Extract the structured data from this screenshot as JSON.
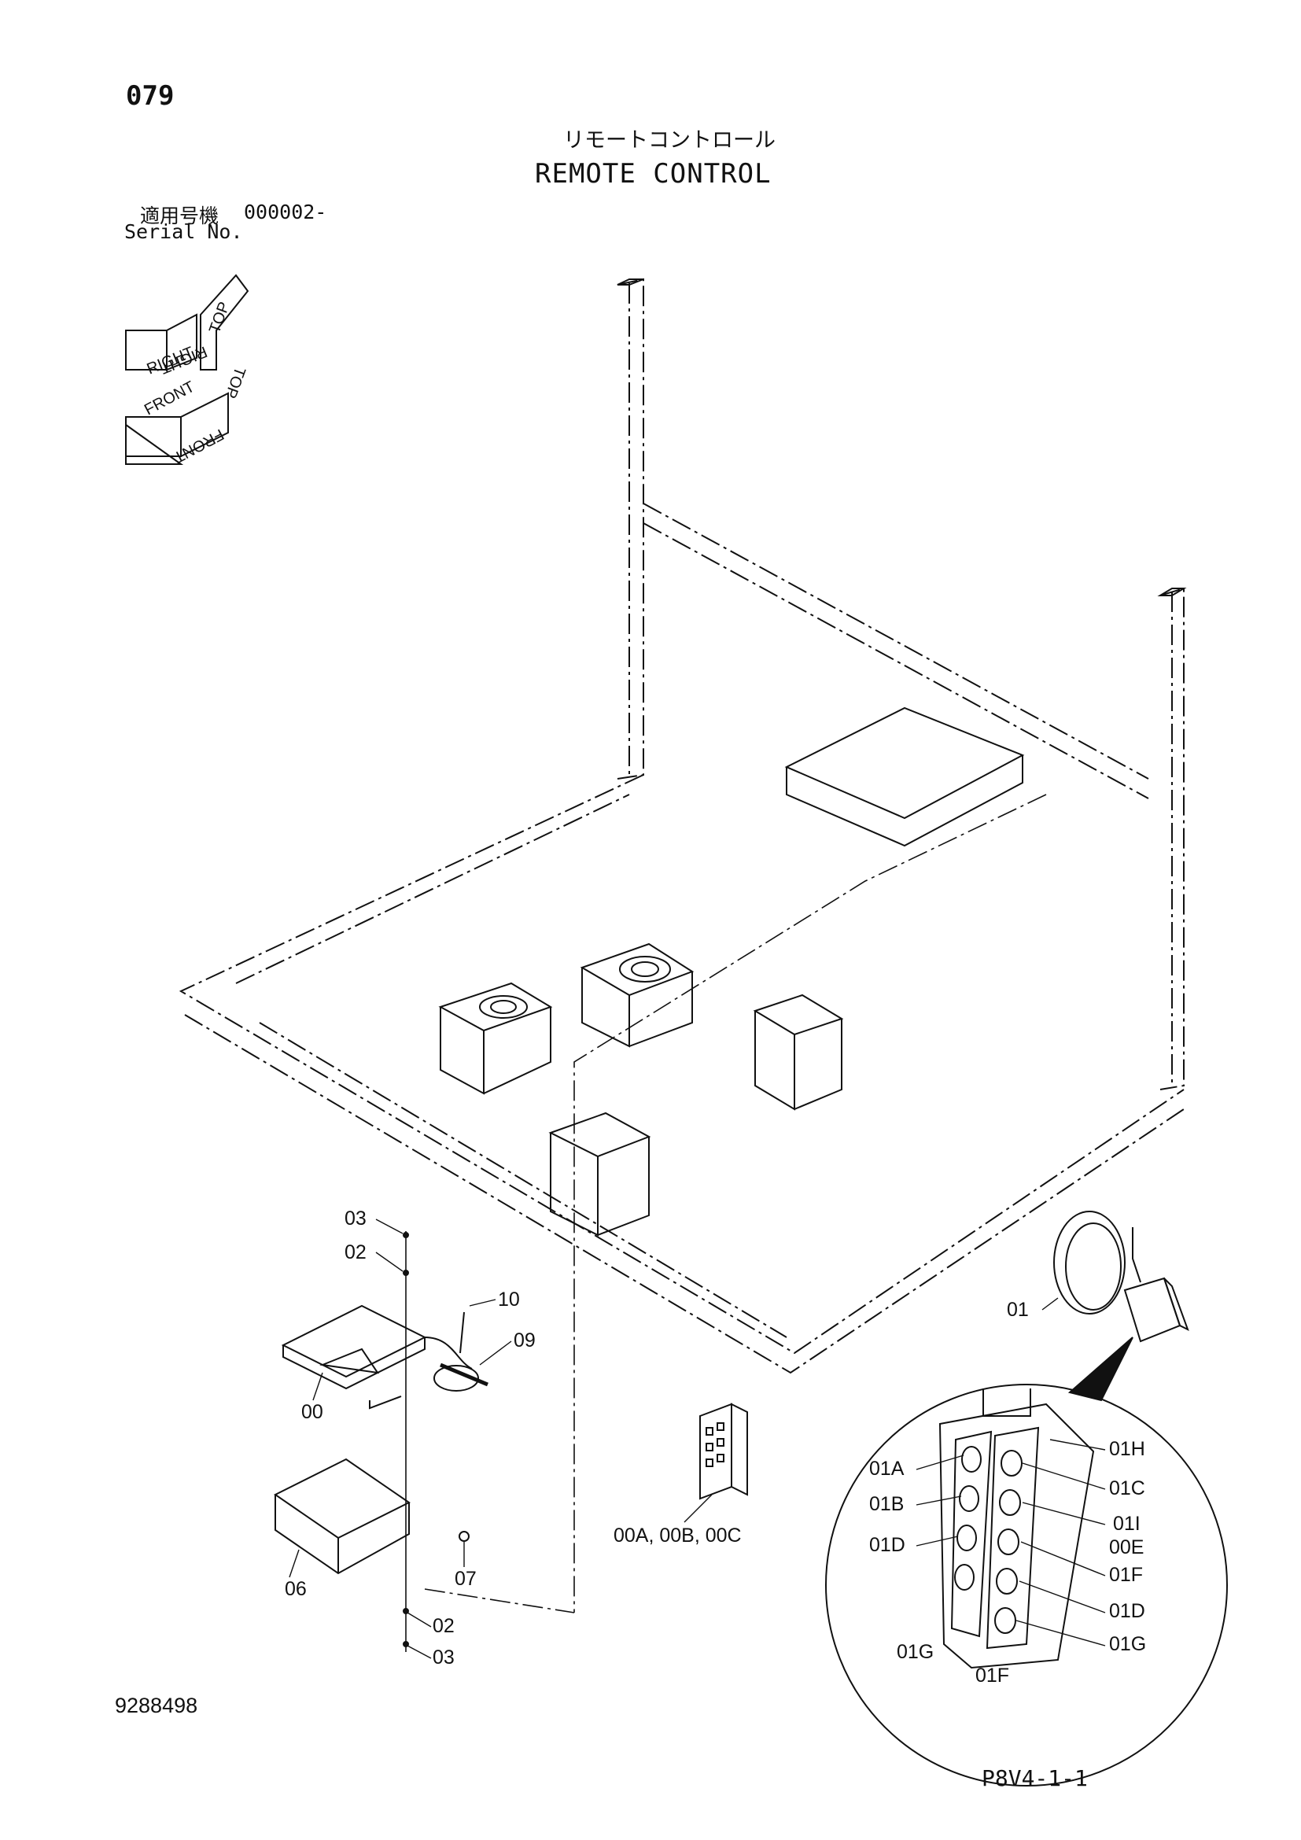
{
  "header": {
    "page_number": "079",
    "title_japanese": "リモートコントロール",
    "title_english": "REMOTE CONTROL",
    "serial_label_japanese": "適用号機",
    "serial_range": "000002-",
    "serial_label_english": "Serial No."
  },
  "orientation_indicator": {
    "labels": [
      "TOP",
      "RIGHT",
      "FRONT",
      "TOP",
      "RIGHT",
      "FRONT"
    ]
  },
  "part_callouts": [
    "03",
    "02",
    "10",
    "09",
    "00",
    "06",
    "07",
    "02",
    "03",
    "00A, 00B, 00C",
    "01",
    "01A",
    "01B",
    "01D",
    "01G",
    "01F",
    "01H",
    "01C",
    "01I",
    "00E",
    "01F",
    "01D",
    "01G"
  ],
  "footer": {
    "document_number": "9288498",
    "page_code": "P8V4-1-1"
  }
}
